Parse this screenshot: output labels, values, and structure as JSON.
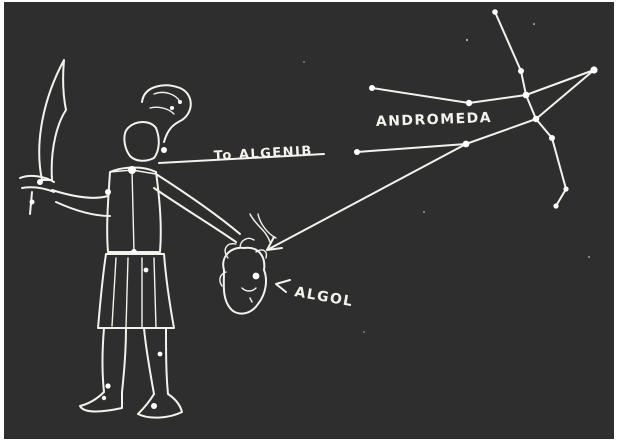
{
  "labels": {
    "to_algenib": "To ALGENIB",
    "andromeda": "ANDROMEDA",
    "algol": "ALGOL"
  },
  "colors": {
    "background": "#2e2e2e",
    "ink": "#f4f2ec"
  },
  "icons": {
    "algol_pointer": "arrow-left-icon",
    "andromeda_pointer": "arrow-head-icon"
  }
}
